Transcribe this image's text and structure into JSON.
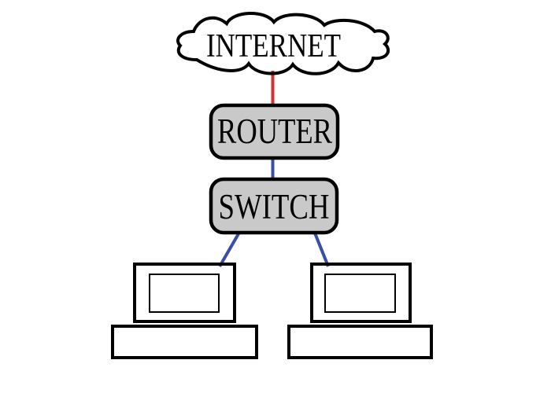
{
  "diagram": {
    "type": "network-topology",
    "background": "#ffffff",
    "nodes": {
      "internet": {
        "label": "INTERNET",
        "shape": "cloud",
        "fill": "#ffffff",
        "stroke": "#000000"
      },
      "router": {
        "label": "ROUTER",
        "shape": "rounded-rect",
        "fill": "#c9c9c9",
        "stroke": "#000000"
      },
      "switch": {
        "label": "SWITCH",
        "shape": "rounded-rect",
        "fill": "#c9c9c9",
        "stroke": "#000000"
      },
      "pc_left": {
        "label": "",
        "shape": "computer",
        "fill": "#ffffff",
        "stroke": "#000000"
      },
      "pc_right": {
        "label": "",
        "shape": "computer",
        "fill": "#ffffff",
        "stroke": "#000000"
      }
    },
    "edges": [
      {
        "from": "internet",
        "to": "router",
        "color": "#cc3333"
      },
      {
        "from": "router",
        "to": "switch",
        "color": "#3a4ea6"
      },
      {
        "from": "switch",
        "to": "pc_left",
        "color": "#3a4ea6"
      },
      {
        "from": "switch",
        "to": "pc_right",
        "color": "#3a4ea6"
      }
    ],
    "colors": {
      "edge_red": "#cc3333",
      "edge_blue": "#3a4ea6",
      "node_fill": "#c9c9c9",
      "node_stroke": "#000000",
      "background": "#ffffff"
    }
  }
}
